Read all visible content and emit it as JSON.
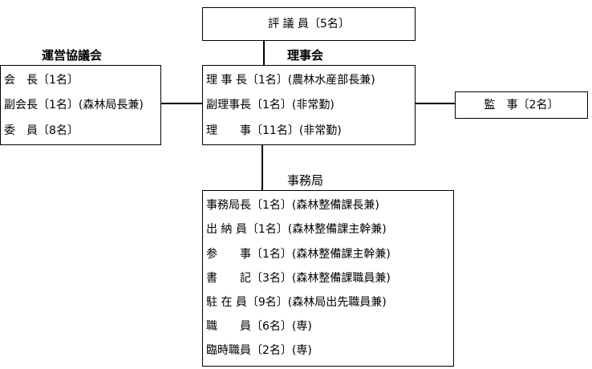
{
  "council": {
    "label": "評 議 員〔5名〕"
  },
  "steering_committee": {
    "title": "運営協議会",
    "rows": [
      "会　長〔1名〕",
      "副会長〔1名〕(森林局長兼)",
      "委　員〔8名〕"
    ]
  },
  "board": {
    "title": "理事会",
    "rows": [
      "理 事 長〔1名〕(農林水産部長兼)",
      "副理事長〔1名〕(非常勤)",
      "理　　事〔11名〕(非常勤)"
    ]
  },
  "auditor": {
    "label": "監　事〔2名〕"
  },
  "secretariat": {
    "title": "事務局",
    "rows": [
      "事務局長〔1名〕(森林整備課長兼)",
      "出 納 員〔1名〕(森林整備課主幹兼)",
      "参　　事〔1名〕(森林整備課主幹兼)",
      "書　　記〔3名〕(森林整備課職員兼)",
      "駐 在 員〔9名〕(森林局出先職員兼)",
      "職　　員〔6名〕(専)",
      "臨時職員〔2名〕(専)"
    ]
  }
}
